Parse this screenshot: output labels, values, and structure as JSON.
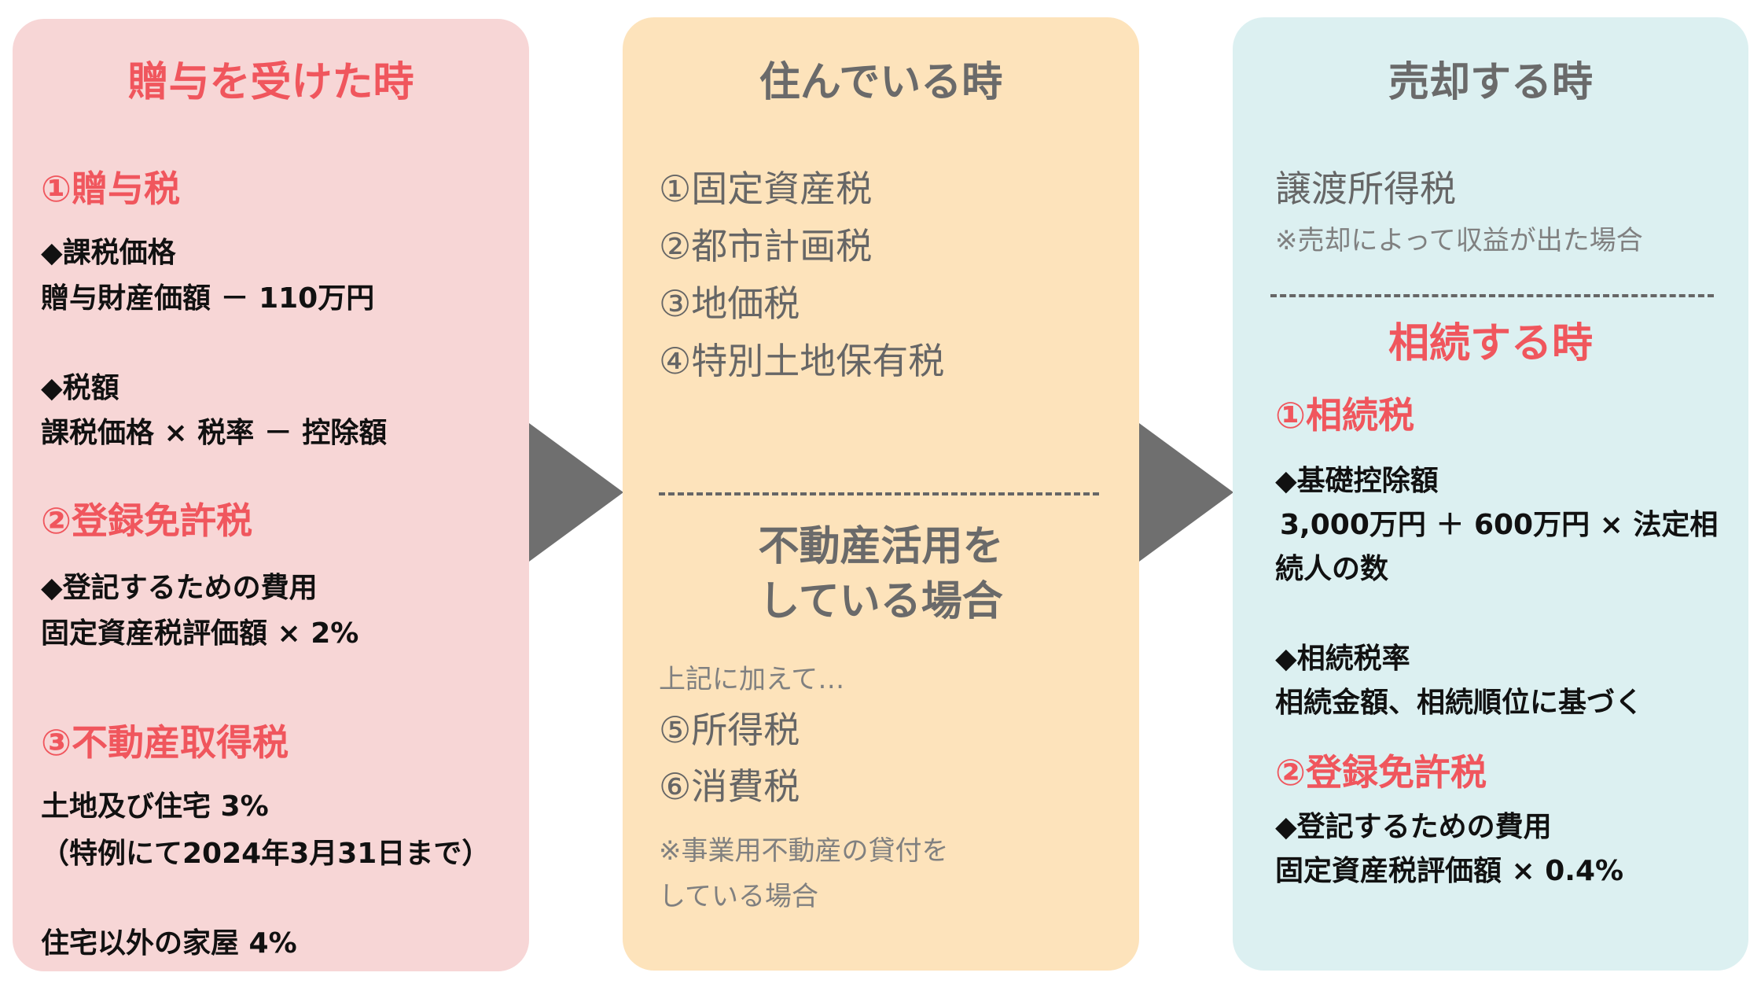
{
  "gift": {
    "title": "贈与を受けた時",
    "s1_heading": "①贈与税",
    "s1_label1": "◆課税価格",
    "s1_text1": "贈与財産価額 － 110万円",
    "s1_label2": "◆税額",
    "s1_text2": "課税価格 × 税率 － 控除額",
    "s2_heading": "②登録免許税",
    "s2_label": "◆登記するための費用",
    "s2_text": "固定資産税評価額 × 2%",
    "s3_heading": "③不動産取得税",
    "s3_line1": "土地及び住宅 3%",
    "s3_line2": "（特例にて2024年3月31日まで）",
    "s3_line3": "住宅以外の家屋 4%"
  },
  "living": {
    "title": "住んでいる時",
    "items": [
      "①固定資産税",
      "②都市計画税",
      "③地価税",
      "④特別土地保有税"
    ],
    "subtitle_line1": "不動産活用を",
    "subtitle_line2": "している場合",
    "intro": "上記に加えて…",
    "extra_items": [
      "⑤所得税",
      "⑥消費税"
    ],
    "note_line1": "※事業用不動産の貸付を",
    "note_line2": "している場合"
  },
  "sale": {
    "title": "売却する時",
    "heading": "譲渡所得税",
    "note": "※売却によって収益が出た場合",
    "inherit_title": "相続する時",
    "s1_heading": "①相続税",
    "s1_label1": "◆基礎控除額",
    "s1_text1a": "3,000万円 ＋ 600万円 × 法定相",
    "s1_text1b": "続人の数",
    "s1_label2": "◆相続税率",
    "s1_text2": "相続金額、相続順位に基づく",
    "s2_heading": "②登録免許税",
    "s2_label": "◆登記するための費用",
    "s2_text": "固定資産税評価額 × 0.4%"
  },
  "colors": {
    "gift_bg": "#f7d6d6",
    "living_bg": "#fde3bb",
    "sale_bg": "#dcf0f1",
    "accent_red": "#f0565d",
    "arrow": "#6f6f6f"
  }
}
